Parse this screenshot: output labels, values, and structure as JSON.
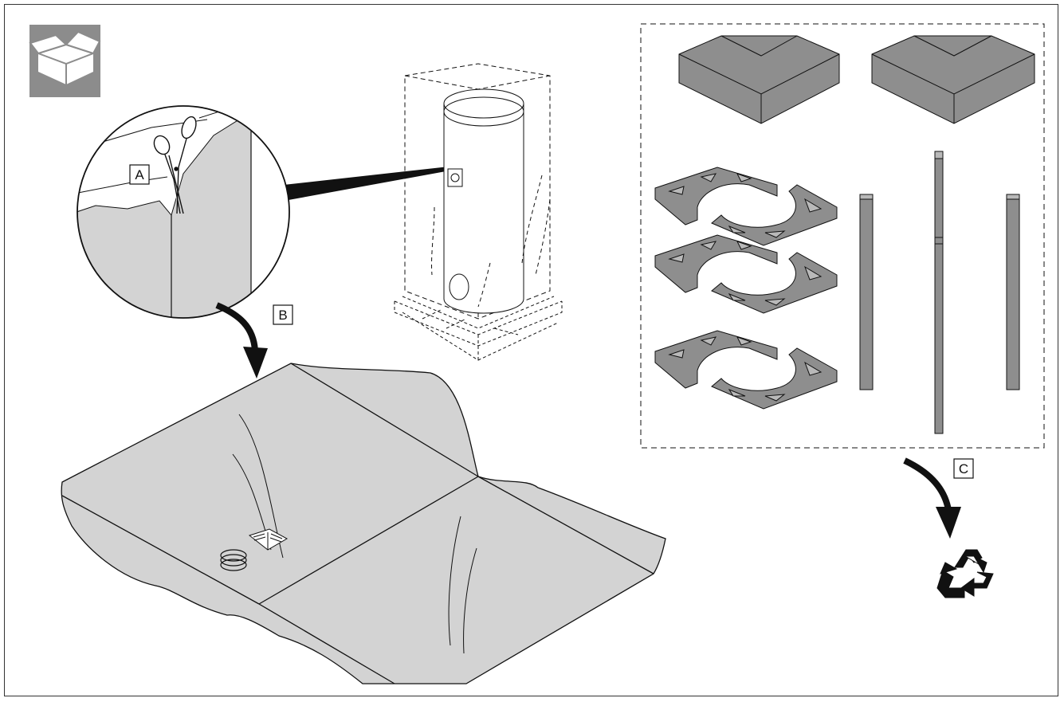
{
  "icons": {
    "header": "unpacking-box-icon",
    "recycle": "recycle-icon",
    "tool": "scissors-icon"
  },
  "colors": {
    "icon_bg": "#8c8c8c",
    "part_fill": "#8e8e8e",
    "part_fill_light": "#b9b9b9",
    "film_fill": "#d3d3d3",
    "line": "#111111"
  },
  "callouts": {
    "a": "A",
    "b": "B",
    "c": "C"
  }
}
